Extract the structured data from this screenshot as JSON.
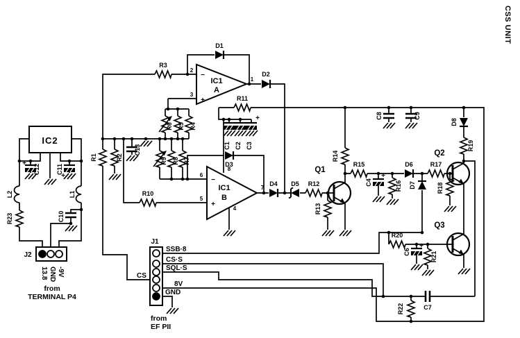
{
  "title": "CSS UNIT",
  "colors": {
    "ink": "#000000",
    "paper": "#ffffff"
  },
  "labels": {
    "ic2": "IC2",
    "r1": "R1",
    "r2": "R2",
    "r3": "R3",
    "r4": "R4",
    "r5": "R5",
    "r6": "R6",
    "r7": "R7",
    "r8": "R8",
    "r9": "R9",
    "r10": "R10",
    "r11": "R11",
    "r12": "R12",
    "r13": "R13",
    "r14": "R14",
    "r15": "R15",
    "r16": "R16",
    "r17": "R17",
    "r18": "R18",
    "r19": "R19",
    "r20": "R20",
    "r21": "R21",
    "r22": "R22",
    "r23": "R23",
    "c1": "C1",
    "c2": "C2",
    "c3": "C3",
    "c4": "C4",
    "c6": "C6",
    "c7": "C7",
    "c8": "C8",
    "c9": "C9",
    "c10": "C10",
    "c11": "C11",
    "c12": "C12",
    "c13": "C13",
    "d1": "D1",
    "d2": "D2",
    "d3": "D3",
    "d4": "D4",
    "d5": "D5",
    "d6": "D6",
    "d7": "D7",
    "d8": "D8",
    "q1": "Q1",
    "q2": "Q2",
    "q3": "Q3",
    "l1": "L1",
    "l2": "L2",
    "cs": "CS",
    "plus": "+"
  },
  "opamp": {
    "name": "IC1",
    "a": "A",
    "b": "B",
    "minus": "−",
    "plus": "+",
    "p1": "1",
    "p2": "2",
    "p3": "3",
    "p4": "4",
    "p5": "5",
    "p6": "6",
    "p7": "7",
    "p8": "8"
  },
  "j1": {
    "name": "J1",
    "pin_ssb": "SSB·8",
    "pin_css": "CS·S",
    "pin_sqls": "SQL·S",
    "pin_8v": "8V",
    "pin_gnd": "GND",
    "note_line1": "from",
    "note_line2": "EF PII"
  },
  "j2": {
    "name": "J2",
    "pin_138": "13.8",
    "pin_gnd": "GND",
    "pin_9v": "-9V",
    "note_line1": "from",
    "note_line2": "TERMINAL P4"
  }
}
